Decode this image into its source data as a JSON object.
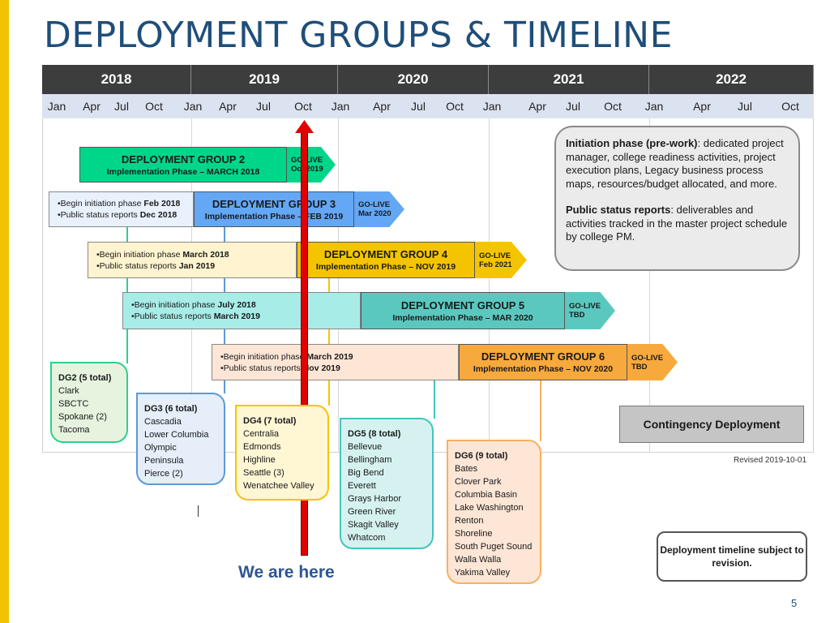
{
  "title": "DEPLOYMENT GROUPS & TIMELINE",
  "years": [
    "2018",
    "2019",
    "2020",
    "2021",
    "2022"
  ],
  "months": [
    "Jan",
    "Apr",
    "Jul",
    "Oct",
    "Jan",
    "Apr",
    "Jul",
    "Oct",
    "Jan",
    "Apr",
    "Jul",
    "Oct",
    "Jan",
    "Apr",
    "Jul",
    "Oct",
    "Jan",
    "Apr",
    "Jul",
    "Oct"
  ],
  "groups": [
    {
      "name": "DEPLOYMENT GROUP 2",
      "phase": "Implementation Phase – MARCH 2018",
      "golive": [
        "GO-LIVE",
        "Oct 2019"
      ],
      "color": "#00d68a",
      "golive_color": "#00d68a"
    },
    {
      "name": "DEPLOYMENT GROUP 3",
      "phase": "Implementation Phase – FEB 2019",
      "golive": [
        "GO-LIVE",
        "Mar 2020"
      ],
      "color": "#63a7f5",
      "golive_color": "#63a7f5",
      "pre": [
        "•Begin initiation phase ",
        "Feb 2018",
        "•Public status reports ",
        "Dec 2018"
      ],
      "pre_color": "#e8f1fc"
    },
    {
      "name": "DEPLOYMENT GROUP 4",
      "phase": "Implementation Phase – NOV 2019",
      "golive": [
        "GO-LIVE",
        "Feb 2021"
      ],
      "color": "#f5c400",
      "golive_color": "#f5c400",
      "pre": [
        "•Begin initiation phase ",
        "March 2018",
        "•Public status reports ",
        "Jan 2019"
      ],
      "pre_color": "#fff4cf"
    },
    {
      "name": "DEPLOYMENT GROUP 5",
      "phase": "Implementation Phase – MAR 2020",
      "golive": [
        "GO-LIVE",
        "TBD"
      ],
      "color": "#5bc8c0",
      "golive_color": "#5bc8c0",
      "pre": [
        "•Begin initiation phase ",
        "July 2018",
        "•Public status reports ",
        "March 2019"
      ],
      "pre_color": "#a8ece8"
    },
    {
      "name": "DEPLOYMENT GROUP 6",
      "phase": "Implementation Phase – NOV 2020",
      "golive": [
        "GO-LIVE",
        "TBD"
      ],
      "color": "#f7a93d",
      "golive_color": "#f7a93d",
      "pre": [
        "•Begin initiation phase ",
        "March 2019",
        "•Public status reports ",
        "Nov 2019"
      ],
      "pre_color": "#fde6d6"
    }
  ],
  "colleges": [
    {
      "header": "DG2 (5 total)",
      "items": [
        "Clark",
        "SBCTC",
        "Spokane (2)",
        "Tacoma"
      ],
      "bg": "#e6f3df",
      "border": "#2fcf8a"
    },
    {
      "header": "DG3 (6 total)",
      "items": [
        "Cascadia",
        "Lower Columbia",
        "Olympic",
        "Peninsula",
        "Pierce (2)"
      ],
      "bg": "#e5eef9",
      "border": "#5b9bd5"
    },
    {
      "header": "DG4 (7 total)",
      "items": [
        "Centralia",
        "Edmonds",
        "Highline",
        "Seattle (3)",
        "Wenatchee Valley"
      ],
      "bg": "#fff6d4",
      "border": "#f5c400"
    },
    {
      "header": "DG5 (8 total)",
      "items": [
        "Bellevue",
        "Bellingham",
        "Big Bend",
        "Everett",
        "Grays Harbor",
        "Green River",
        "Skagit Valley",
        "Whatcom"
      ],
      "bg": "#d5f2f0",
      "border": "#44c4ba"
    },
    {
      "header": "DG6 (9 total)",
      "items": [
        "Bates",
        "Clover Park",
        "Columbia Basin",
        "Lake Washington",
        "Renton",
        "Shoreline",
        "South Puget Sound",
        "Walla Walla",
        "Yakima Valley"
      ],
      "bg": "#fde6d6",
      "border": "#f7b060"
    }
  ],
  "info": {
    "initiation_term": "Initiation phase (pre-work)",
    "initiation_text": ": dedicated project manager, college readiness activities, project execution plans, Legacy business process maps, resources/budget allocated, and more.",
    "status_term": "Public status reports",
    "status_text": ": deliverables and activities tracked in the master project schedule by college PM."
  },
  "contingency": "Contingency Deployment",
  "revised": "Revised 2019-10-01",
  "we_are_here": "We are here",
  "note": "Deployment timeline subject to revision.",
  "page_number": "5",
  "colors": {
    "title": "#1f4e79",
    "year_band": "#3d3d3d",
    "month_band": "#dce3f0",
    "marker": "#e00000",
    "stripe": "#f2c300"
  }
}
